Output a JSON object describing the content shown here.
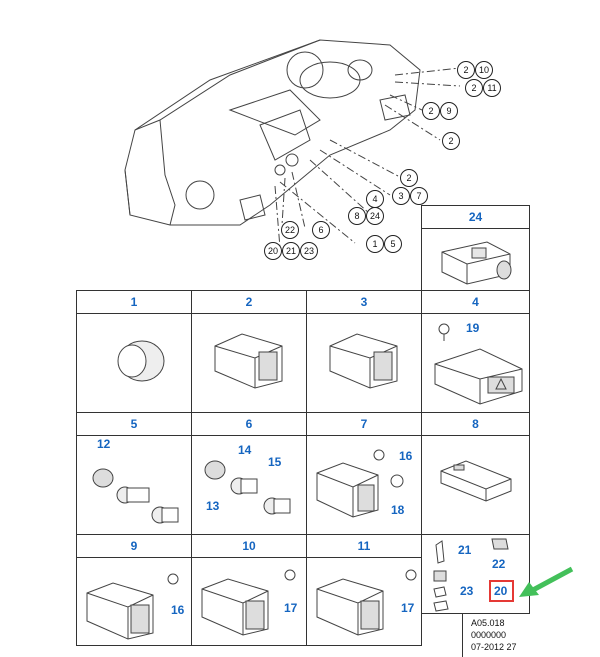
{
  "top_callouts": [
    "2",
    "10",
    "2",
    "11",
    "2",
    "9",
    "2",
    "2",
    "3",
    "7",
    "4",
    "8",
    "24",
    "6",
    "1",
    "5",
    "22",
    "20",
    "21",
    "23"
  ],
  "cells": [
    "1",
    "2",
    "3",
    "4",
    "5",
    "6",
    "7",
    "8",
    "9",
    "10",
    "11",
    "24"
  ],
  "part_labels": [
    "19",
    "12",
    "14",
    "15",
    "13",
    "16",
    "18",
    "21",
    "22",
    "23",
    "20",
    "16",
    "17",
    "17"
  ],
  "reference": [
    "A05.018",
    "0000000",
    "07-2012 27"
  ],
  "colors": {
    "label": "#1565c0",
    "highlight": "#e53935",
    "arrow": "#43c05a"
  }
}
